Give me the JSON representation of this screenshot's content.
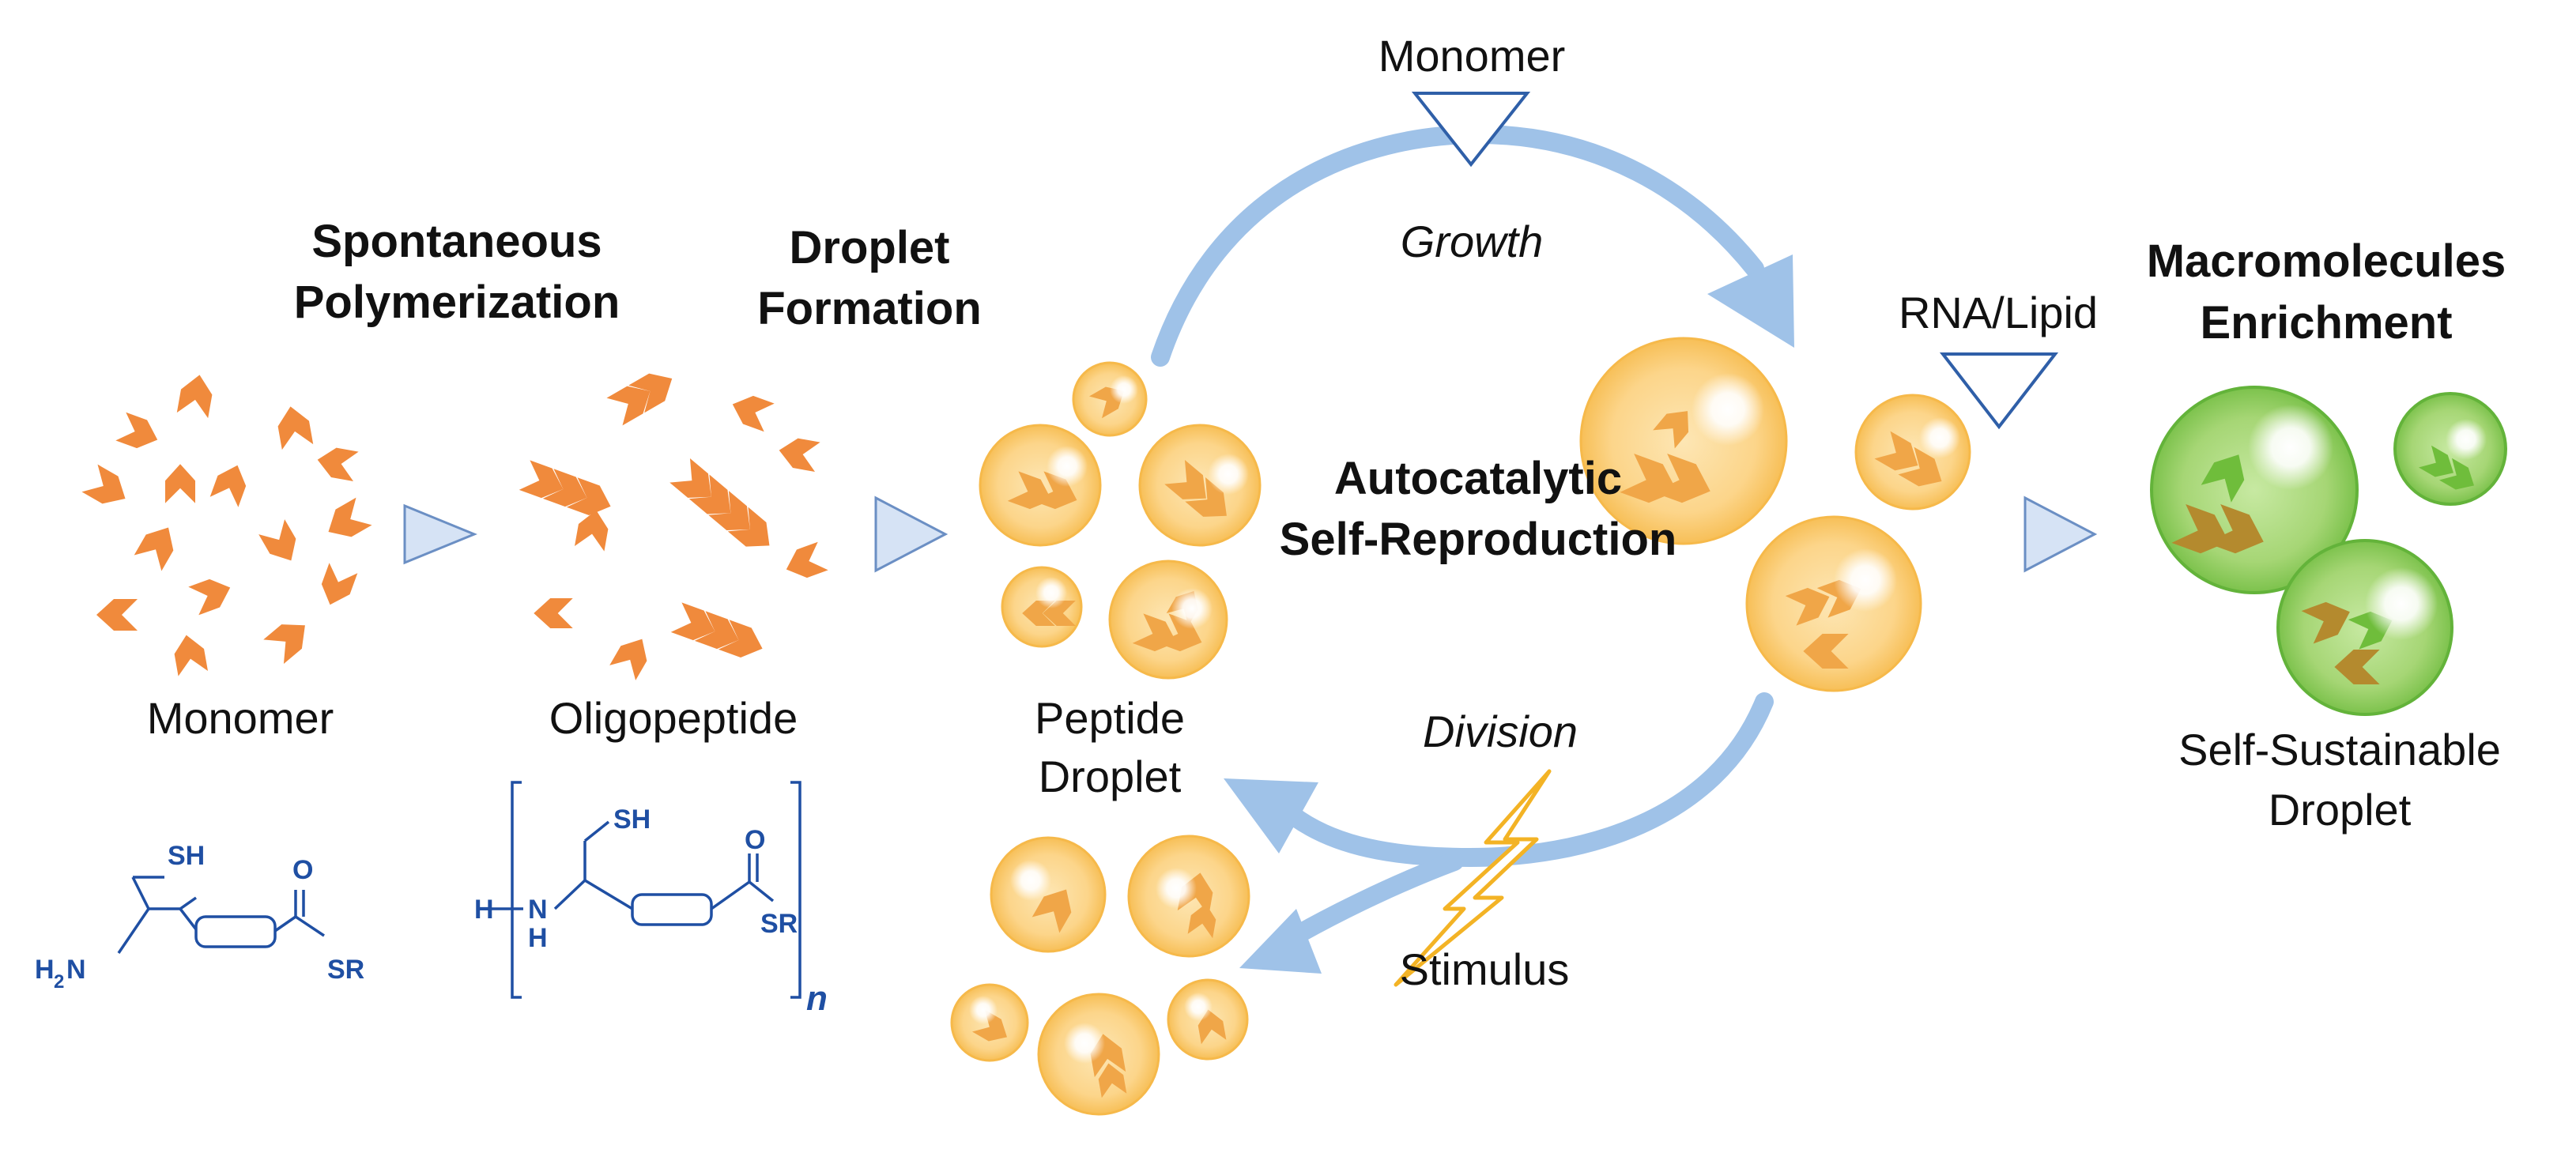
{
  "stages": {
    "polymerization": {
      "title_line1": "Spontaneous",
      "title_line2": "Polymerization"
    },
    "droplet_formation": {
      "title_line1": "Droplet",
      "title_line2": "Formation"
    },
    "self_reproduction": {
      "title_line1": "Autocatalytic",
      "title_line2": "Self-Reproduction"
    },
    "enrichment": {
      "title_line1": "Macromolecules",
      "title_line2": "Enrichment"
    }
  },
  "labels": {
    "monomer_left": "Monomer",
    "oligopeptide": "Oligopeptide",
    "peptide_droplet_line1": "Peptide",
    "peptide_droplet_line2": "Droplet",
    "monomer_top": "Monomer",
    "growth": "Growth",
    "division": "Division",
    "stimulus": "Stimulus",
    "rna_lipid": "RNA/Lipid",
    "self_sustainable_line1": "Self-Sustainable",
    "self_sustainable_line2": "Droplet"
  },
  "chemistry": {
    "sh": "SH",
    "h2n_h": "H",
    "h2n_sub": "2",
    "h2n_n": "N",
    "carbonyl_o": "O",
    "thioester": "SR",
    "amide_h": "H",
    "amide_n": "N",
    "amide_nh_h": "H",
    "repeat_n": "n"
  },
  "colors": {
    "chevron": "#f08a3c",
    "droplet_orange_fill": "#fcd58a",
    "droplet_orange_edge": "#f6b94a",
    "droplet_green_fill": "#9ed26b",
    "droplet_green_edge": "#63b33a",
    "chevron_green": "#6fbd3b",
    "cycle_arrow": "#9fc2e8",
    "stage_arrow_fill": "#d6e3f5",
    "stage_arrow_edge": "#6b8fc4",
    "chem_blue": "#1f4fa3",
    "bolt": "#f3b325"
  }
}
